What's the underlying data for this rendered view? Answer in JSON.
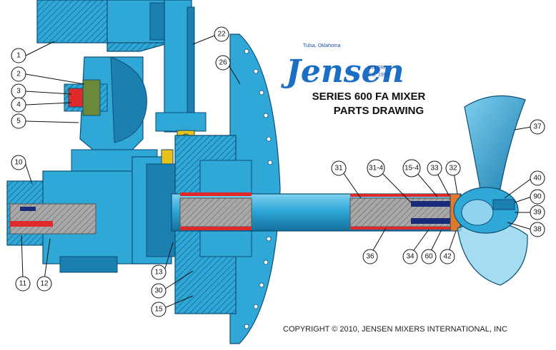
{
  "title": {
    "line1": "SERIES 600 FA MIXER",
    "line2": "PARTS DRAWING"
  },
  "logo": {
    "location": "Tulsa, Oklahoma",
    "wordmark": "Jensen",
    "mixers": "MIXERS",
    "est": "Est. 1950"
  },
  "copyright": "COPYRIGHT © 2010, JENSEN MIXERS INTERNATIONAL, INC",
  "callouts": {
    "c1": "1",
    "c2": "2",
    "c3": "3",
    "c4": "4",
    "c5": "5",
    "c10": "10",
    "c11": "11",
    "c12": "12",
    "c13": "13",
    "c15": "15",
    "c22": "22",
    "c26": "26",
    "c30": "30",
    "c31": "31",
    "c31_4": "31-4",
    "c15_4": "15-4",
    "c32": "32",
    "c33": "33",
    "c34": "34",
    "c36": "36",
    "c37": "37",
    "c38": "38",
    "c39": "39",
    "c40": "40",
    "c42": "42",
    "c60": "60",
    "c90": "90"
  },
  "colors": {
    "steel": "#2fa8d8",
    "steel_dark": "#1b7fb0",
    "steel_light": "#8fd3ee",
    "shaft_gray": "#9a9a9a",
    "seal_red": "#e02a2a",
    "seal_navy": "#1a2a7a",
    "bronze": "#e07a2a",
    "seal_green": "#6a8a3a",
    "accent_yellow": "#e8c21a"
  }
}
